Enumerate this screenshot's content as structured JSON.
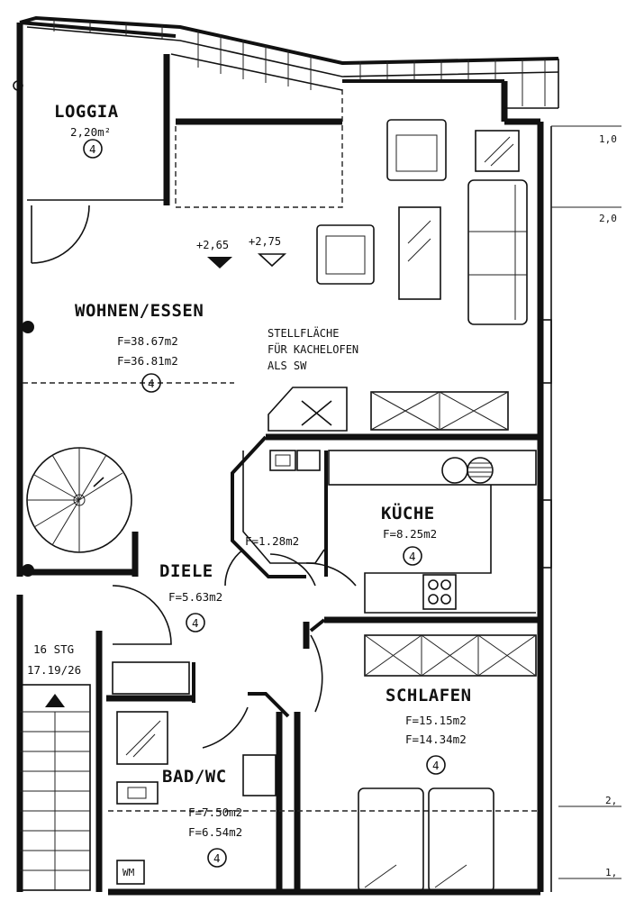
{
  "rooms": {
    "loggia": {
      "name": "LOGGIA",
      "area1": "2,20m²",
      "badge": "4"
    },
    "wohnen": {
      "name": "WOHNEN/ESSEN",
      "area1": "F=38.67m2",
      "area2": "F=36.81m2",
      "badge": "4"
    },
    "kueche": {
      "name": "KÜCHE",
      "area1": "F=8.25m2",
      "badge": "4"
    },
    "diele": {
      "name": "DIELE",
      "area1": "F=5.63m2",
      "badge": "4"
    },
    "schlafen": {
      "name": "SCHLAFEN",
      "area1": "F=15.15m2",
      "area2": "F=14.34m2",
      "badge": "4"
    },
    "bad": {
      "name": "BAD/WC",
      "area1": "F=7.50m2",
      "area2": "F=6.54m2",
      "badge": "4"
    },
    "abstell": {
      "area1": "F=1.28m2"
    }
  },
  "levels": {
    "l1": "+2,65",
    "l2": "+2,75"
  },
  "notes": {
    "stell1": "STELLFLÄCHE",
    "stell2": "FÜR KACHELOFEN",
    "stell3": "ALS SW"
  },
  "stairs": {
    "line1": "16 STG",
    "line2": "17.19/26"
  },
  "wm": "WM",
  "dims": {
    "d1": "1,0",
    "d2": "2,0",
    "d3": "2,",
    "d4": "1,"
  },
  "colors": {
    "ink": "#111111",
    "paper": "#ffffff"
  }
}
